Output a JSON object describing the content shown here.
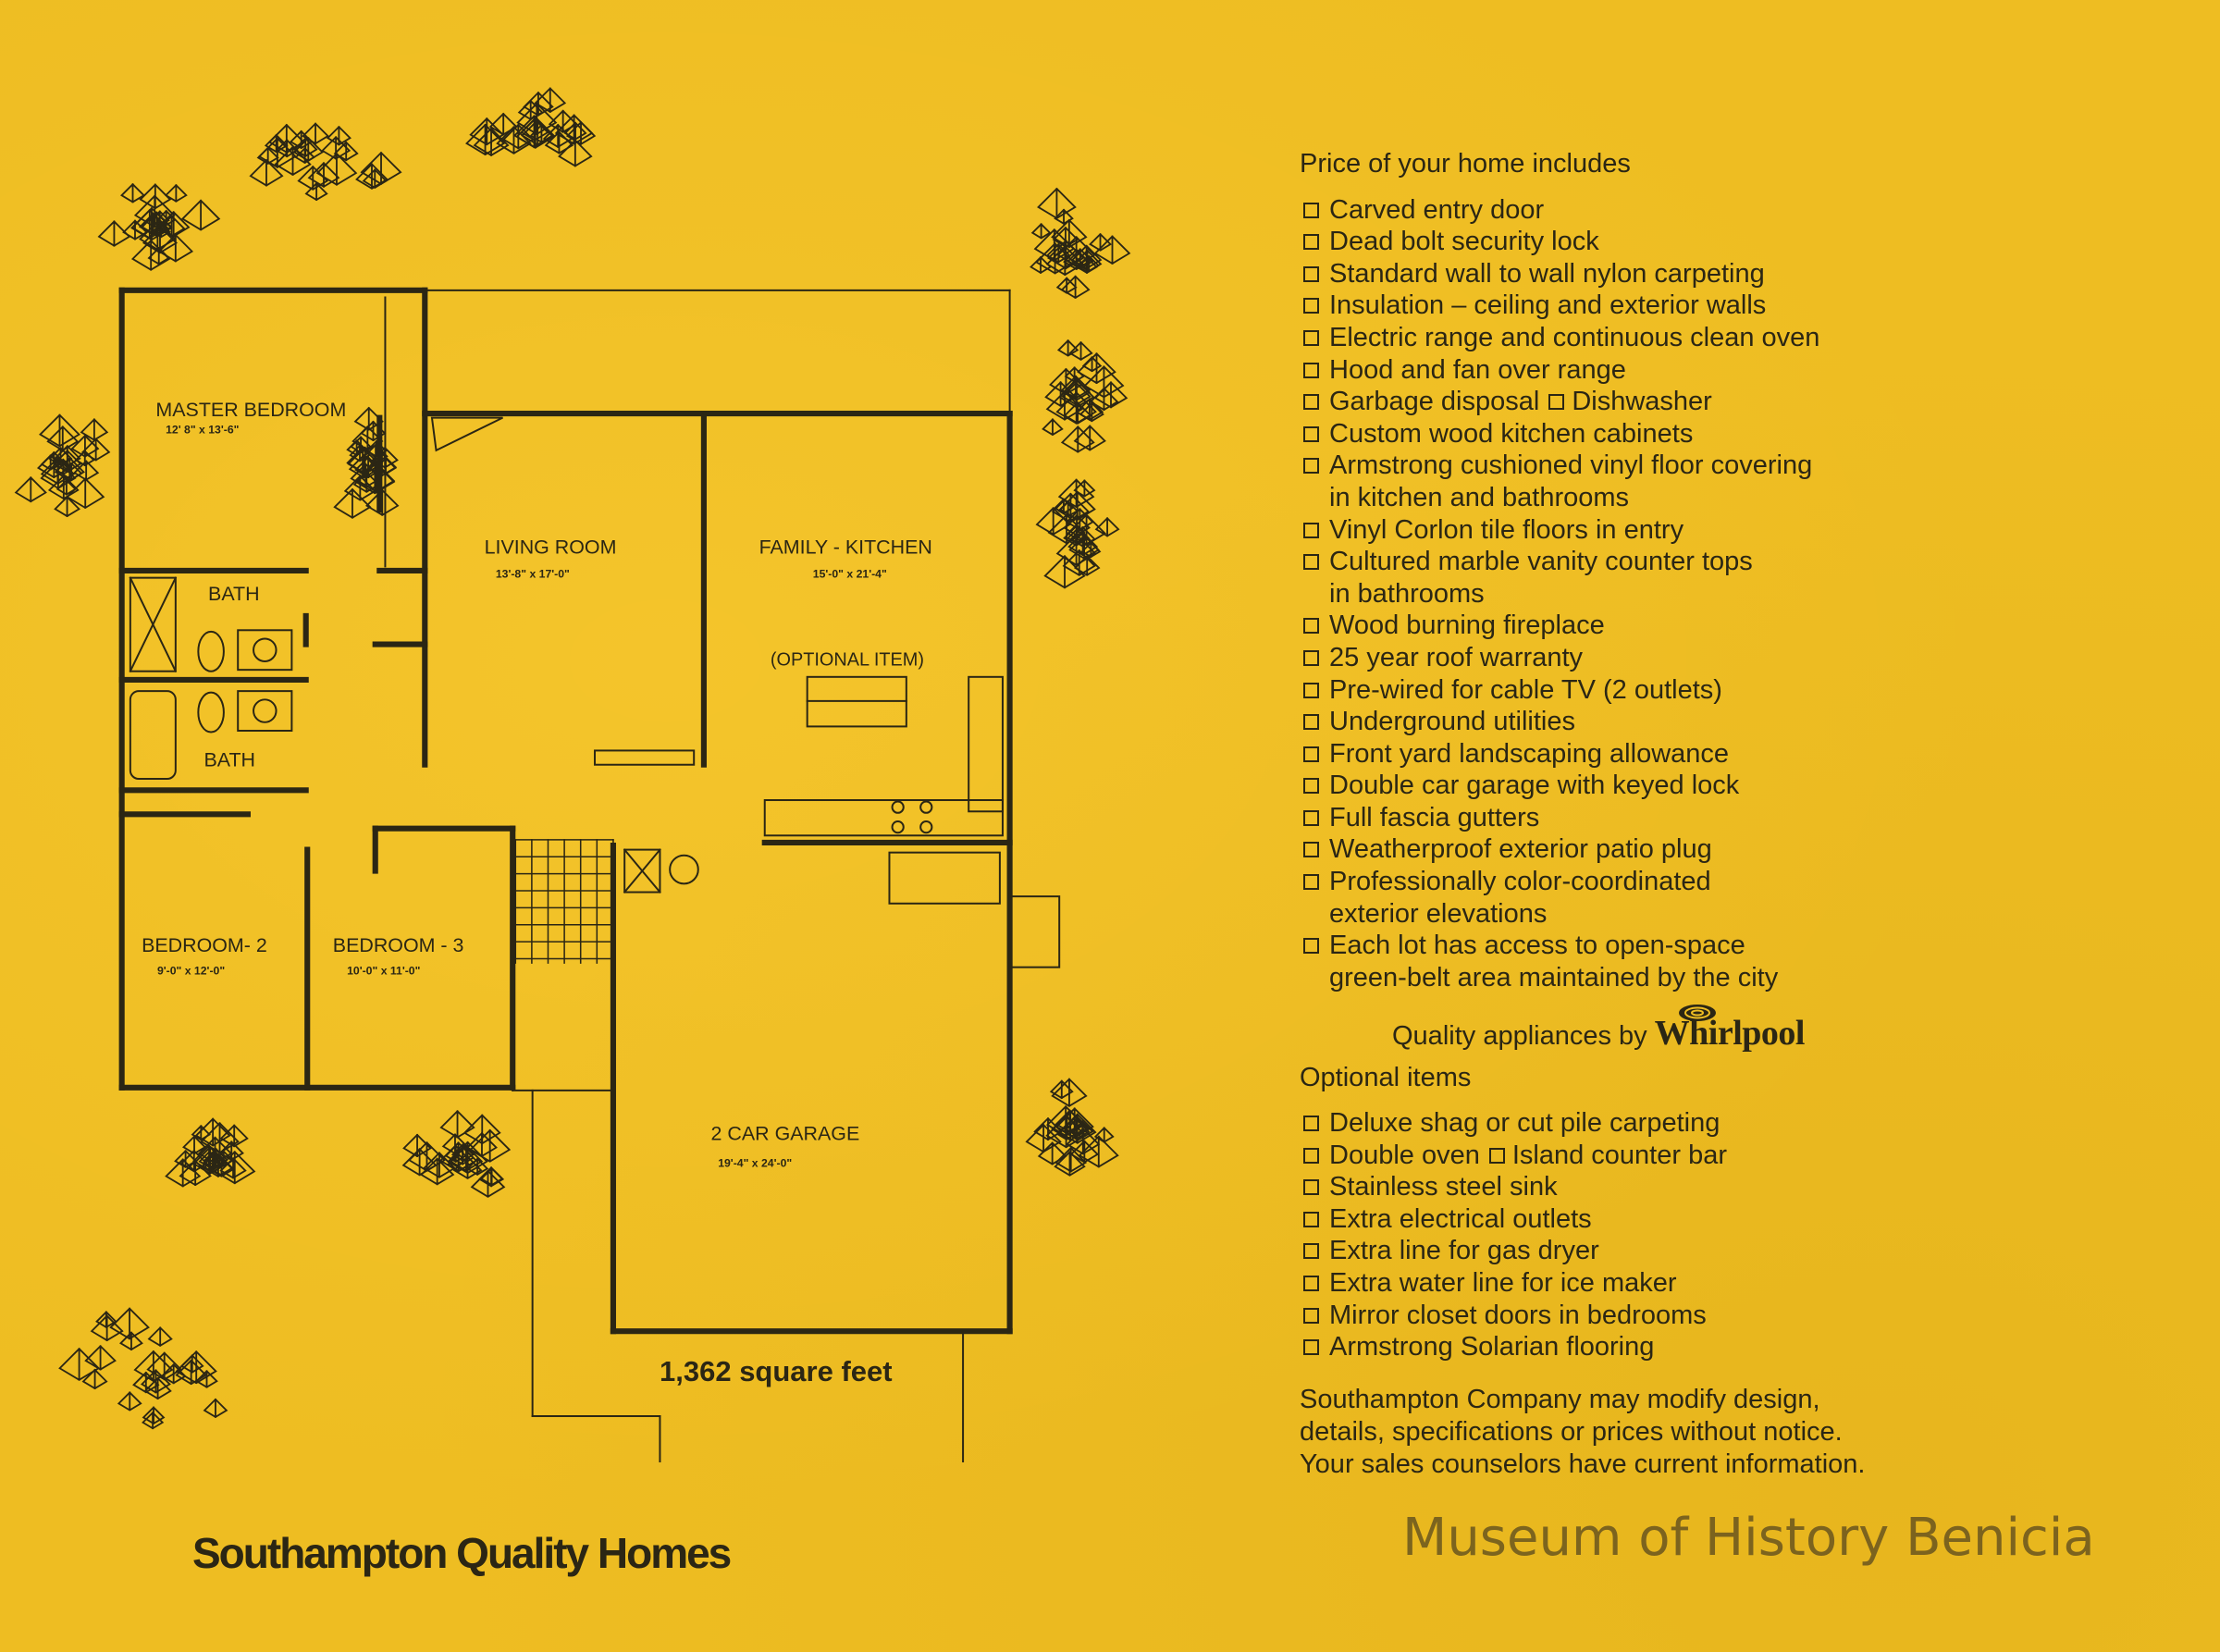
{
  "floor_plan": {
    "rooms": [
      {
        "name": "MASTER BEDROOM",
        "size": "12' 8\" x 13'-6\""
      },
      {
        "name": "LIVING ROOM",
        "size": "13'-8\" x 17'-0\""
      },
      {
        "name": "FAMILY - KITCHEN",
        "size": "15'-0\" x 21'-4\""
      },
      {
        "name": "BEDROOM- 2",
        "size": "9'-0\" x 12'-0\""
      },
      {
        "name": "BEDROOM - 3",
        "size": "10'-0\" x 11'-0\""
      },
      {
        "name": "2 CAR GARAGE",
        "size": "19'-4\" x 24'-0\""
      }
    ],
    "bath_labels": [
      "BATH",
      "BATH"
    ],
    "optional_item_label": "(OPTIONAL ITEM)",
    "area": "1,362 square feet"
  },
  "brand": "Southampton Quality Homes",
  "includes": {
    "heading": "Price of your home includes",
    "items": [
      [
        "Carved entry door"
      ],
      [
        "Dead bolt security lock"
      ],
      [
        "Standard wall to wall nylon carpeting"
      ],
      [
        "Insulation – ceiling and exterior walls"
      ],
      [
        "Electric range and continuous clean oven"
      ],
      [
        "Hood and fan over range"
      ],
      [
        "Garbage disposal",
        "Dishwasher"
      ],
      [
        "Custom wood kitchen cabinets"
      ],
      [
        "Armstrong cushioned vinyl floor covering",
        "in kitchen and bathrooms"
      ],
      [
        "Vinyl Corlon tile floors in entry"
      ],
      [
        "Cultured marble vanity counter tops",
        "in bathrooms"
      ],
      [
        "Wood burning fireplace"
      ],
      [
        "25 year roof warranty"
      ],
      [
        "Pre-wired for cable TV (2 outlets)"
      ],
      [
        "Underground utilities"
      ],
      [
        "Front yard landscaping allowance"
      ],
      [
        "Double car garage with keyed lock"
      ],
      [
        "Full fascia gutters"
      ],
      [
        "Weatherproof exterior patio plug"
      ],
      [
        "Professionally color-coordinated",
        "exterior elevations"
      ],
      [
        "Each lot has access to open-space",
        "green-belt area maintained by the city"
      ]
    ]
  },
  "appliances": {
    "text": "Quality appliances by",
    "brand": "Whirlpool"
  },
  "optional": {
    "heading": "Optional items",
    "items": [
      [
        "Deluxe shag or cut pile carpeting"
      ],
      [
        "Double oven",
        "Island counter bar"
      ],
      [
        "Stainless steel sink"
      ],
      [
        "Extra electrical outlets"
      ],
      [
        "Extra line for gas dryer"
      ],
      [
        "Extra water line for ice maker"
      ],
      [
        "Mirror closet doors in bedrooms"
      ],
      [
        "Armstrong Solarian flooring"
      ]
    ]
  },
  "disclaimer": [
    "Southampton Company may modify design,",
    "details, specifications or prices without notice.",
    "Your sales counselors have current information."
  ],
  "watermark": "Museum of History Benicia",
  "colors": {
    "paper": "#eebd22",
    "ink": "#2b2614"
  }
}
